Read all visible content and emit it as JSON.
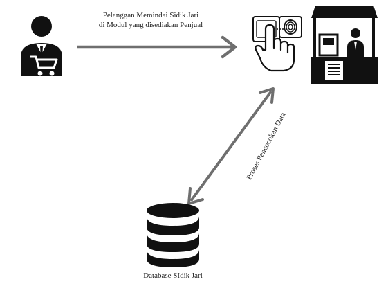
{
  "colors": {
    "arrow": "#6f6f6f",
    "icon": "#111111",
    "background": "#ffffff"
  },
  "icons": {
    "customer": "customer-with-cart-icon",
    "scanner": "fingerprint-scanner-hand-icon",
    "shop": "seller-shop-icon",
    "database": "database-icon"
  },
  "labels": {
    "scan_line1": "Pelanggan Memindai Sidik Jari",
    "scan_line2": "di Modul yang disediakan Penjual",
    "matching": "Proses Pencocokan Data",
    "database": "Database SIdik Jari"
  }
}
